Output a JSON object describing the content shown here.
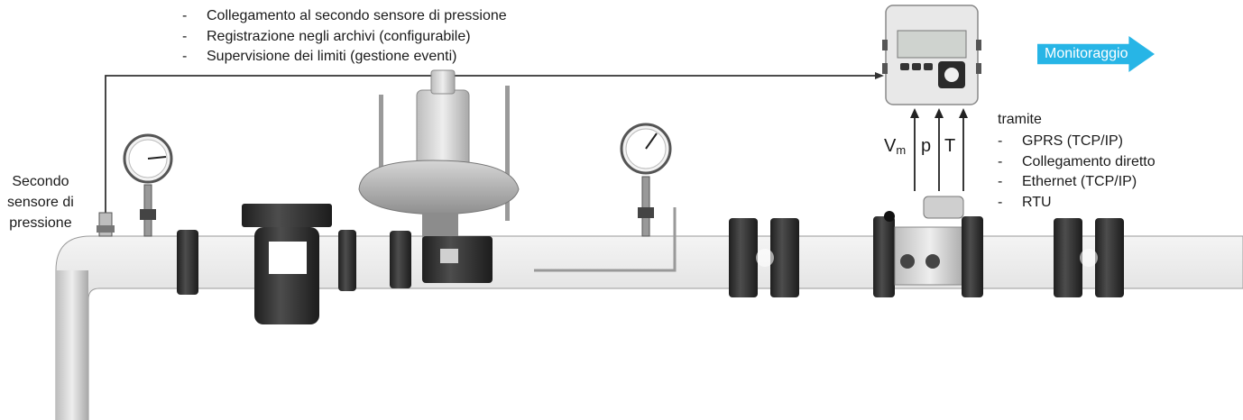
{
  "features": [
    "Collegamento al secondo sensore di pressione",
    "Registrazione negli archivi (configurabile)",
    "Supervisione dei limiti (gestione eventi)"
  ],
  "sensor_label": [
    "Secondo",
    "sensore di",
    "pressione"
  ],
  "monitor_label": "Monitoraggio",
  "via_label": "tramite",
  "connections": [
    "GPRS (TCP/IP)",
    "Collegamento diretto",
    "Ethernet (TCP/IP)",
    "RTU"
  ],
  "signals": {
    "vm_main": "V",
    "vm_sub": "m",
    "p": "p",
    "t": "T"
  },
  "colors": {
    "accent": "#27b5e6",
    "pipe": "#d9d9d9",
    "line": "#333333",
    "dark": "#2e2e2e"
  }
}
